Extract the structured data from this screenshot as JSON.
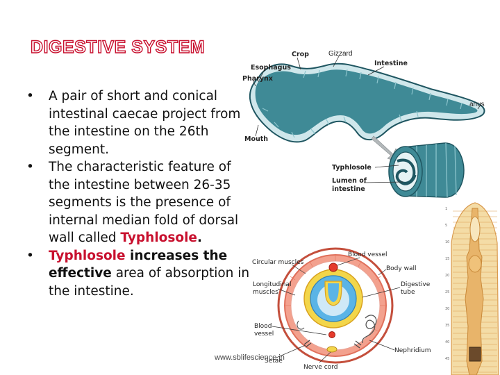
{
  "slide": {
    "title": "DIGESTIVE SYSTEM",
    "bullets": [
      {
        "marker": "•",
        "parts": [
          {
            "text": "A pair of short and conical intestinal caecae project from the intestine on the 26th segment.",
            "style": "normal"
          }
        ]
      },
      {
        "marker": "•",
        "parts": [
          {
            "text": "The characteristic feature of the intestine between 26-35 segments is the presence of internal median fold of dorsal wall called ",
            "style": "normal"
          },
          {
            "text": "Typhlosole",
            "style": "red-bold"
          },
          {
            "text": ".",
            "style": "bold"
          }
        ]
      },
      {
        "marker": "•",
        "parts": [
          {
            "text": "Typhlosole",
            "style": "red-bold"
          },
          {
            "text": " increases the ",
            "style": "bold"
          },
          {
            "text": "effective",
            "style": "bold"
          },
          {
            "text": " area of absorption in the intestine.",
            "style": "normal"
          }
        ]
      }
    ],
    "website": "www.sblifescience.in"
  },
  "gut_diagram": {
    "labels": {
      "crop": "Crop",
      "gizzard": "Gizzard",
      "intestine": "Intestine",
      "esophagus": "Esophagus",
      "pharynx": "Pharynx",
      "anus": "anus",
      "mouth": "Mouth",
      "typhlosole": "Typhlosole",
      "lumen_line1": "Lumen of",
      "lumen_line2": "intestine"
    },
    "colors": {
      "gut": "#3f8a96",
      "gut_dark": "#1f5661",
      "gut_light": "#8cc4cc"
    }
  },
  "cross_section": {
    "labels": {
      "circular_muscles": "Circular muscles",
      "blood_vessel_top": "Blood vessel",
      "body_wall": "Body wall",
      "longitudinal_1": "Longitudinal",
      "longitudinal_2": "muscles",
      "digestive_1": "Digestive",
      "digestive_2": "tube",
      "blood_vessel_left_1": "Blood",
      "blood_vessel_left_2": "vessel",
      "nephridium": "Nephridium",
      "setae": "Setae",
      "nerve_cord": "Nerve cord"
    },
    "colors": {
      "outer": "#e8826f",
      "mid": "#f4b8a8",
      "yellow": "#f3d64a",
      "blue": "#5ab4e6",
      "pale_blue": "#cfe9f7"
    }
  },
  "worm_diagram": {
    "segment_numbers": [
      "1",
      "5",
      "10",
      "15",
      "20",
      "25",
      "30",
      "35",
      "40",
      "45"
    ],
    "colors": {
      "body": "#f2cd8c",
      "body_edge": "#d99a4e",
      "gut": "#c98a3a"
    }
  }
}
